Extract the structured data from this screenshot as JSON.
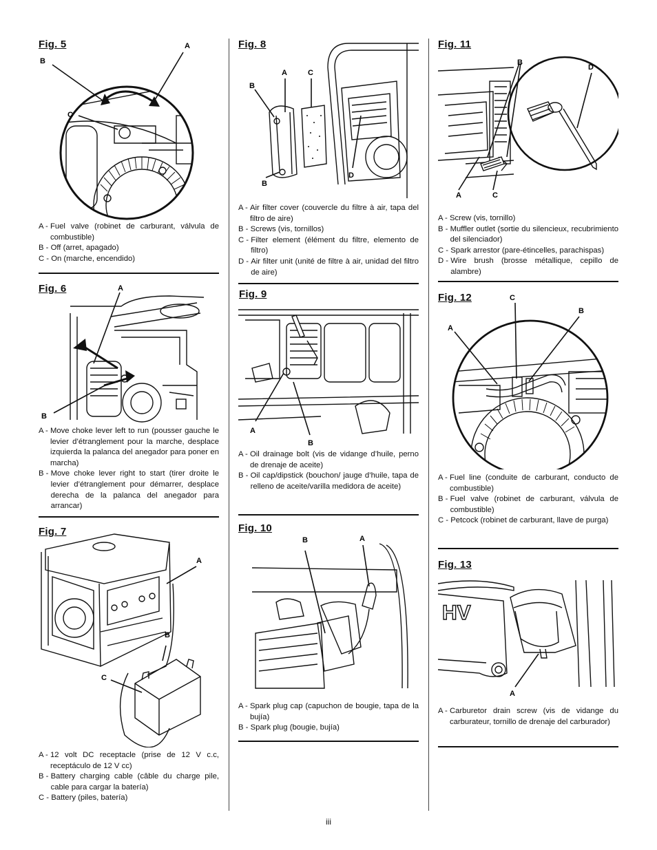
{
  "page_number": "iii",
  "figures": {
    "fig5": {
      "title": "Fig. 5",
      "callouts": {
        "a": "A",
        "b": "B",
        "c": "C"
      },
      "legend": [
        {
          "key": "A -",
          "text": "Fuel valve (robinet de carburant, válvula de combustible)"
        },
        {
          "key": "B -",
          "text": "Off (arret, apagado)"
        },
        {
          "key": "C -",
          "text": "On (marche, encendido)"
        }
      ]
    },
    "fig6": {
      "title": "Fig. 6",
      "callouts": {
        "a": "A",
        "b": "B"
      },
      "legend": [
        {
          "key": "A -",
          "text": "Move choke lever left to run (pousser gauche le levier d’étranglement pour la marche, desplace izquierda la palanca del anegador para poner en marcha)"
        },
        {
          "key": "B -",
          "text": "Move choke lever right to start (tirer droite le levier d’étranglement pour démarrer, desplace derecha de la palanca del anegador para arrancar)"
        }
      ]
    },
    "fig7": {
      "title": "Fig. 7",
      "callouts": {
        "a": "A",
        "b": "B",
        "c": "C"
      },
      "legend": [
        {
          "key": "A -",
          "text": "12 volt DC receptacle (prise de 12 V c.c, receptáculo de 12 V cc)"
        },
        {
          "key": "B -",
          "text": "Battery charging cable (câble du charge pile, cable para cargar la batería)"
        },
        {
          "key": "C -",
          "text": "Battery (piles, batería)"
        }
      ]
    },
    "fig8": {
      "title": "Fig. 8",
      "callouts": {
        "a": "A",
        "b": "B",
        "c": "C",
        "d": "D"
      },
      "legend": [
        {
          "key": "A -",
          "text": "Air filter cover (couvercle du filtre à air, tapa del filtro de aire)"
        },
        {
          "key": "B -",
          "text": "Screws (vis, tornillos)"
        },
        {
          "key": "C -",
          "text": "Filter element (élément du filtre, elemento de filtro)"
        },
        {
          "key": "D -",
          "text": "Air filter unit (unité de filtre à air, unidad del filtro de aire)"
        }
      ]
    },
    "fig9": {
      "title": "Fig. 9",
      "callouts": {
        "a": "A",
        "b": "B"
      },
      "legend": [
        {
          "key": "A -",
          "text": "Oil drainage bolt (vis de vidange d’huile, perno de drenaje de aceite)"
        },
        {
          "key": "B -",
          "text": "Oil cap/dipstick (bouchon/ jauge d’huile, tapa de relleno de aceite/varilla medidora de aceite)"
        }
      ]
    },
    "fig10": {
      "title": "Fig. 10",
      "callouts": {
        "a": "A",
        "b": "B"
      },
      "legend": [
        {
          "key": "A -",
          "text": "Spark plug cap (capuchon de bougie, tapa de la bujía)"
        },
        {
          "key": "B -",
          "text": "Spark plug (bougie, bujía)"
        }
      ]
    },
    "fig11": {
      "title": "Fig. 11",
      "callouts": {
        "a": "A",
        "b": "B",
        "c": "C",
        "d": "D"
      },
      "legend": [
        {
          "key": "A -",
          "text": "Screw (vis, tornillo)"
        },
        {
          "key": "B -",
          "text": "Muffler outlet (sortie du silencieux, recubrimiento del silenciador)"
        },
        {
          "key": "C -",
          "text": "Spark arrestor (pare-étincelles, parachispas)"
        },
        {
          "key": "D -",
          "text": "Wire brush (brosse métallique, cepillo de alambre)"
        }
      ]
    },
    "fig12": {
      "title": "Fig. 12",
      "callouts": {
        "a": "A",
        "b": "B",
        "c": "C"
      },
      "legend": [
        {
          "key": "A -",
          "text": "Fuel line (conduite de carburant, conducto de combustible)"
        },
        {
          "key": "B -",
          "text": "Fuel valve (robinet de carburant, válvula de combustible)"
        },
        {
          "key": "C -",
          "text": "Petcock (robinet de carburant, llave de purga)"
        }
      ]
    },
    "fig13": {
      "title": "Fig. 13",
      "callouts": {
        "a": "A",
        "hv_mark": "HV"
      },
      "legend": [
        {
          "key": "A -",
          "text": "Carburetor drain screw (vis de vidange du carburateur, tornillo de drenaje del carburador)"
        }
      ]
    }
  }
}
